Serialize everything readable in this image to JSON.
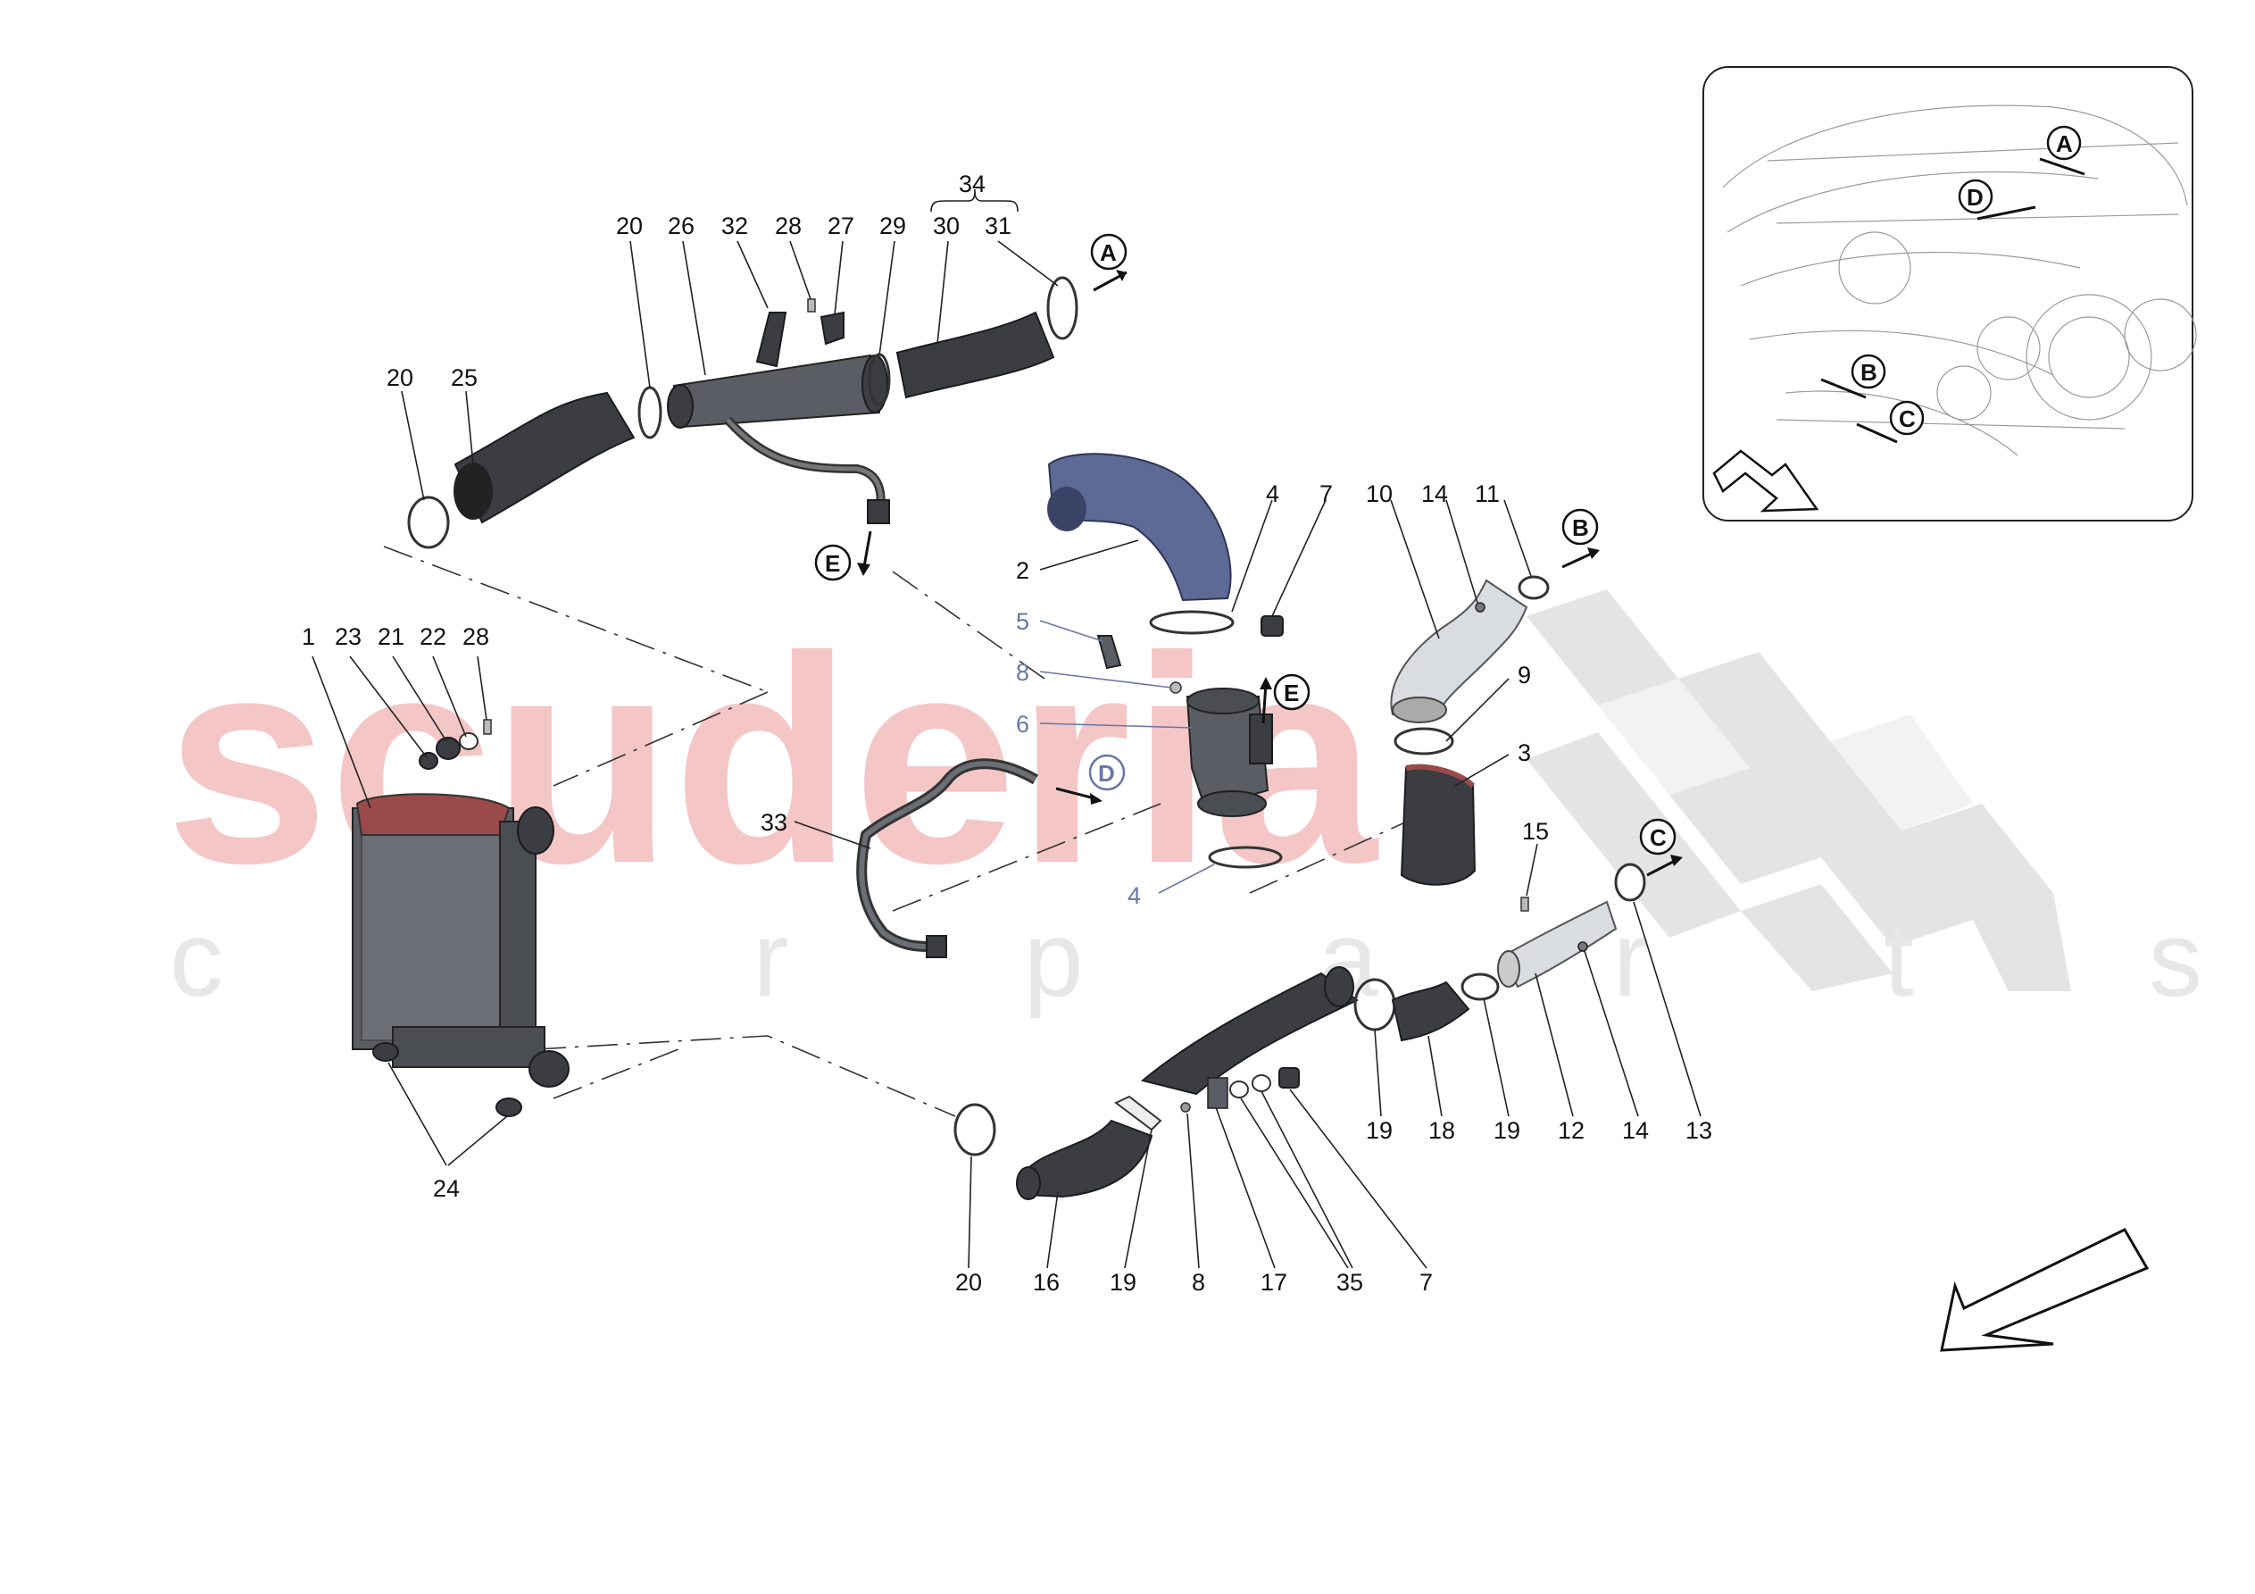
{
  "watermark": {
    "main": "scuderia",
    "sub": "c a r p a r t s"
  },
  "callouts": [
    {
      "id": "c1",
      "text": "1"
    },
    {
      "id": "c23",
      "text": "23"
    },
    {
      "id": "c21",
      "text": "21"
    },
    {
      "id": "c22",
      "text": "22"
    },
    {
      "id": "c28a",
      "text": "28"
    },
    {
      "id": "c24",
      "text": "24"
    },
    {
      "id": "c20a",
      "text": "20"
    },
    {
      "id": "c25",
      "text": "25"
    },
    {
      "id": "c20b",
      "text": "20"
    },
    {
      "id": "c26",
      "text": "26"
    },
    {
      "id": "c32",
      "text": "32"
    },
    {
      "id": "c28b",
      "text": "28"
    },
    {
      "id": "c27",
      "text": "27"
    },
    {
      "id": "c29",
      "text": "29"
    },
    {
      "id": "c34",
      "text": "34"
    },
    {
      "id": "c30",
      "text": "30"
    },
    {
      "id": "c31",
      "text": "31"
    },
    {
      "id": "c2",
      "text": "2"
    },
    {
      "id": "c4a",
      "text": "4"
    },
    {
      "id": "c7a",
      "text": "7"
    },
    {
      "id": "c5",
      "text": "5"
    },
    {
      "id": "c8a",
      "text": "8"
    },
    {
      "id": "c6",
      "text": "6"
    },
    {
      "id": "c4b",
      "text": "4"
    },
    {
      "id": "c33",
      "text": "33"
    },
    {
      "id": "c10",
      "text": "10"
    },
    {
      "id": "c14a",
      "text": "14"
    },
    {
      "id": "c11",
      "text": "11"
    },
    {
      "id": "c9",
      "text": "9"
    },
    {
      "id": "c3",
      "text": "3"
    },
    {
      "id": "c15",
      "text": "15"
    },
    {
      "id": "c19a",
      "text": "19"
    },
    {
      "id": "c18",
      "text": "18"
    },
    {
      "id": "c19b",
      "text": "19"
    },
    {
      "id": "c12",
      "text": "12"
    },
    {
      "id": "c14b",
      "text": "14"
    },
    {
      "id": "c13",
      "text": "13"
    },
    {
      "id": "c20c",
      "text": "20"
    },
    {
      "id": "c16",
      "text": "16"
    },
    {
      "id": "c19c",
      "text": "19"
    },
    {
      "id": "c8b",
      "text": "8"
    },
    {
      "id": "c17",
      "text": "17"
    },
    {
      "id": "c35",
      "text": "35"
    },
    {
      "id": "c7b",
      "text": "7"
    }
  ],
  "connection_markers": {
    "A": "A",
    "B": "B",
    "C": "C",
    "D": "D",
    "E": "E"
  },
  "inset": {
    "markers": [
      "A",
      "D",
      "B",
      "C"
    ]
  },
  "colors": {
    "watermark_red": "#f4c6c6",
    "blue_parts": "#5d6a96",
    "label_blue": "#6a76a6"
  }
}
